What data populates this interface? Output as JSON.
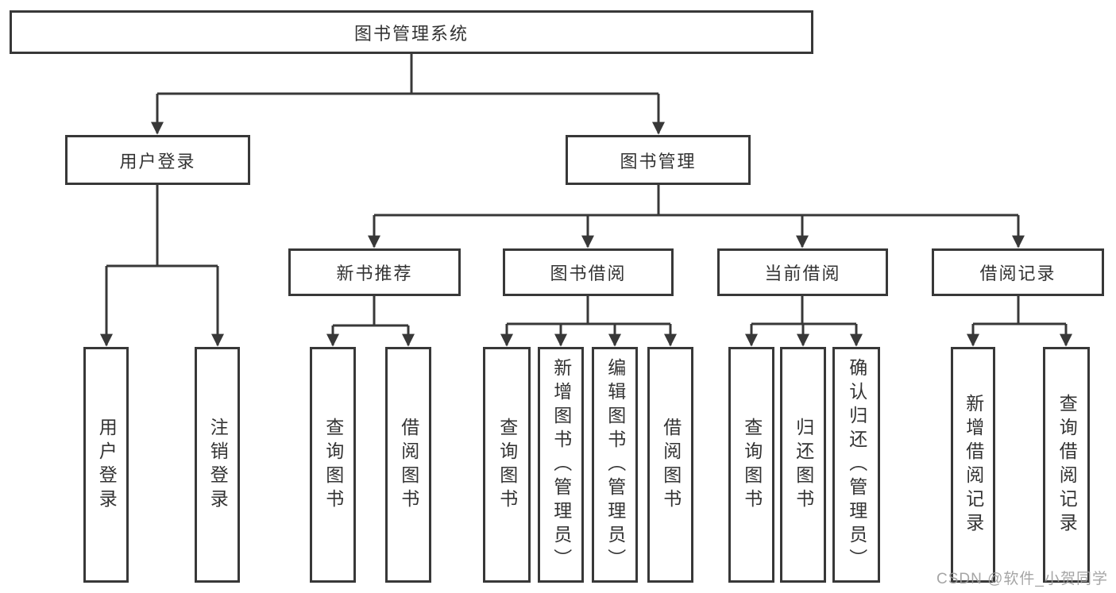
{
  "diagram_type": "tree",
  "tree": {
    "root": "图书管理系统",
    "children": [
      {
        "label": "用户登录",
        "children": [
          "用户登录",
          "注销登录"
        ]
      },
      {
        "label": "图书管理",
        "children": [
          {
            "label": "新书推荐",
            "children": [
              "查询图书",
              "借阅图书"
            ]
          },
          {
            "label": "图书借阅",
            "children": [
              "查询图书",
              "新增图书（管理员）",
              "编辑图书（管理员）",
              "借阅图书"
            ]
          },
          {
            "label": "当前借阅",
            "children": [
              "查询图书",
              "归还图书",
              "确认归还（管理员）"
            ]
          },
          {
            "label": "借阅记录",
            "children": [
              "新增借阅记录",
              "查询借阅记录"
            ]
          }
        ]
      }
    ]
  },
  "watermark": {
    "text": "CSDN @软件_小贺同学"
  },
  "colors": {
    "line": "#383838",
    "box_border": "#383838",
    "text": "#333333",
    "watermark": "#9b9b9b",
    "background": "#ffffff"
  }
}
